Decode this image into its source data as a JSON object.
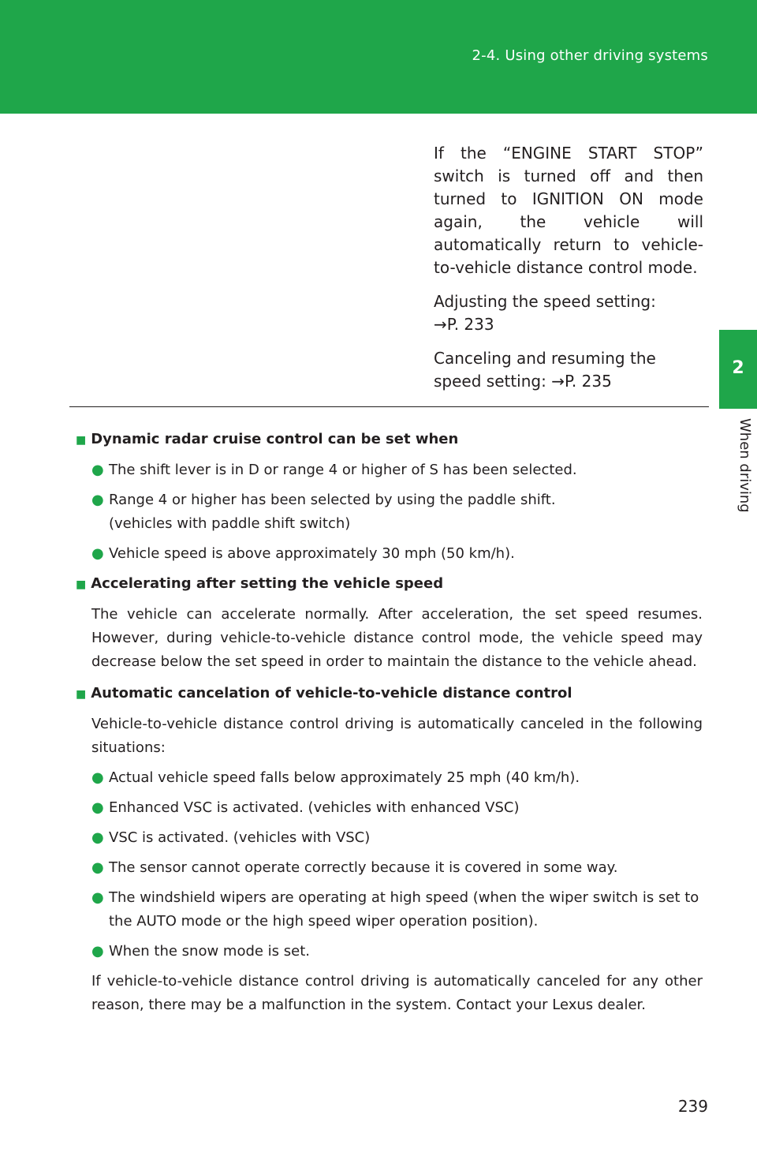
{
  "header": {
    "title": "2-4. Using other driving systems"
  },
  "side_tab": {
    "number": "2",
    "label": "When driving"
  },
  "right_column": {
    "p1": "If the “ENGINE START STOP” switch is turned off and then turned to IGNITION ON mode again, the vehicle will automatically return to vehicle-to-vehicle distance control mode.",
    "p2_text": "Adjusting the speed setting:",
    "p2_ref": "→P. 233",
    "p3_text": "Canceling and resuming the speed setting:",
    "p3_ref": "→P. 235"
  },
  "sections": {
    "s1": {
      "heading": "Dynamic radar cruise control can be set when",
      "bullets": [
        "The shift lever is in D or range 4 or higher of S has been selected.",
        "Range 4 or higher has been selected by using the paddle shift.",
        "(vehicles with paddle shift switch)",
        "Vehicle speed is above approximately 30 mph (50 km/h)."
      ]
    },
    "s2": {
      "heading": "Accelerating after setting the vehicle speed",
      "text": "The vehicle can accelerate normally. After acceleration, the set speed resumes. However, during vehicle-to-vehicle distance control mode, the vehicle speed may decrease below the set speed in order to maintain the distance to the vehicle ahead."
    },
    "s3": {
      "heading": "Automatic cancelation of vehicle-to-vehicle distance control",
      "intro": "Vehicle-to-vehicle distance control driving is automatically canceled in the following situations:",
      "bullets": [
        "Actual vehicle speed falls below approximately 25 mph (40 km/h).",
        "Enhanced VSC is activated. (vehicles with enhanced VSC)",
        "VSC is activated. (vehicles with VSC)",
        "The sensor cannot operate correctly because it is covered in some way.",
        "The windshield wipers are operating at high speed (when the wiper switch is set to the AUTO mode or the high speed wiper operation position).",
        "When the snow mode is set."
      ],
      "outro": "If vehicle-to-vehicle distance control driving is automatically canceled for any other reason, there may be a malfunction in the system. Contact your Lexus dealer."
    }
  },
  "page_number": "239",
  "colors": {
    "accent": "#1fa64a",
    "text": "#231f20"
  }
}
